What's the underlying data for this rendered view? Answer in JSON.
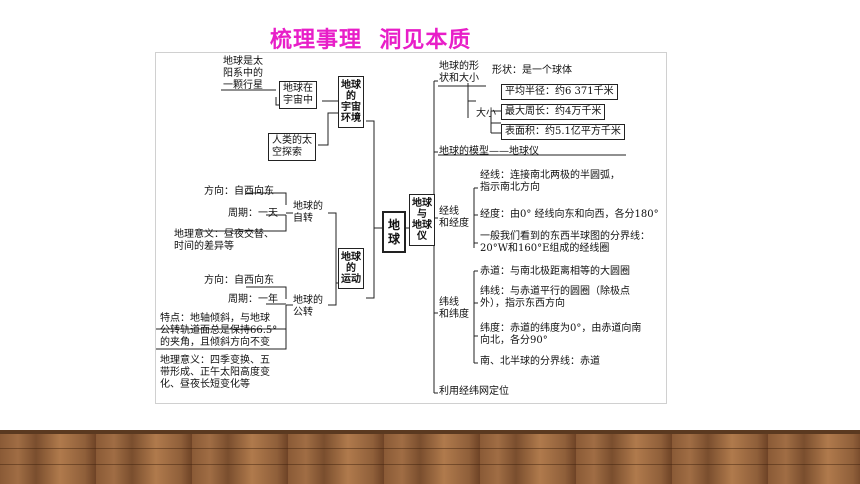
{
  "slide": {
    "title": "梳理事理  洞见本质"
  },
  "mindmap": {
    "center": "地\n球",
    "left": {
      "cosmic_env": {
        "label": "地球\n的\n宇宙\n环境",
        "in_universe": "地球在\n宇宙中",
        "solar_system": "地球是太\n阳系中的\n一颗行星",
        "space_explore": "人类的太\n空探索"
      },
      "motion": {
        "label": "地球\n的\n运动",
        "rotation": {
          "label": "地球的\n自转",
          "direction": "方向：自西向东",
          "period": "周期：一天",
          "meaning": "地理意义：昼夜交替、\n时间的差异等"
        },
        "revolution": {
          "label": "地球的\n公转",
          "direction": "方向：自西向东",
          "period": "周期：一年",
          "features": "特点：地轴倾斜，与地球\n公转轨道面总是保持66.5°\n的夹角，且倾斜方向不变",
          "meaning": "地理意义：四季变换、五\n带形成、正午太阳高度变\n化、昼夜长短变化等"
        }
      }
    },
    "right": {
      "globe_label": "地球\n与\n地球\n仪",
      "shape_size": {
        "label": "地球的形\n状和大小",
        "shape": "形状：是一个球体",
        "size_label": "大小",
        "radius": "平均半径：约6 371千米",
        "circumference": "最大周长：约4万千米",
        "area": "表面积：约5.1亿平方千米"
      },
      "model": "地球的模型——地球仪",
      "longitude": {
        "label": "经线\n和经度",
        "line": "经线：连接南北两极的半圆弧，\n指示南北方向",
        "degree": "经度：由0° 经线向东和向西，各分180°",
        "boundary": "一般我们看到的东西半球图的分界线：\n20°W和160°E组成的经线圈"
      },
      "latitude": {
        "label": "纬线\n和纬度",
        "equator": "赤道：与南北极距离相等的大圆圈",
        "line": "纬线：与赤道平行的圆圈（除极点\n外），指示东西方向",
        "degree": "纬度：赤道的纬度为0°，由赤道向南\n向北，各分90°",
        "boundary": "南、北半球的分界线：赤道"
      },
      "grid_locate": "利用经纬网定位"
    }
  }
}
